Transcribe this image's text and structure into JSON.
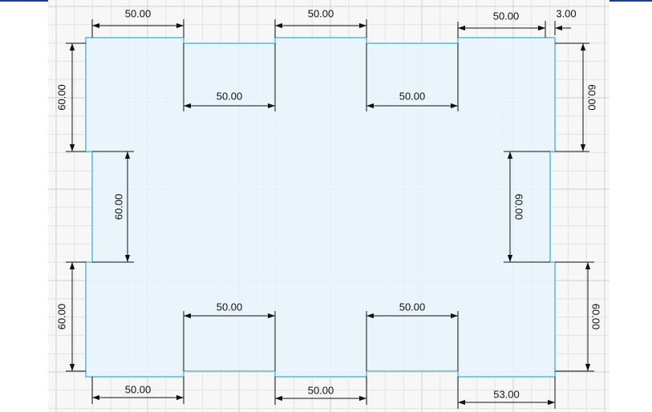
{
  "colors": {
    "grid_minor": "#e4e4e4",
    "grid_major": "#cfcfcf",
    "shape_fill": "#e8f4fb",
    "shape_stroke": "#7cc8e6",
    "dim_line": "#111111",
    "top_rule": "#1f3a8a"
  },
  "dimensions": {
    "top_tab_1": "50.00",
    "top_tab_2": "50.00",
    "top_tab_3": "50.00",
    "top_offset": "3.00",
    "top_gap_1": "50.00",
    "top_gap_2": "50.00",
    "bottom_gap_1": "50.00",
    "bottom_gap_2": "50.00",
    "bottom_tab_1": "50.00",
    "bottom_tab_2": "50.00",
    "bottom_tab_3": "53.00",
    "left_upper": "60.00",
    "left_middle": "60.00",
    "left_lower": "60.00",
    "right_upper": "60.00",
    "right_middle": "60.00",
    "right_lower": "60.00"
  }
}
